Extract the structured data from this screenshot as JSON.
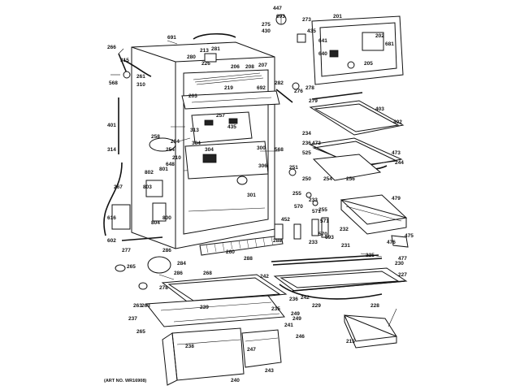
{
  "diagram": {
    "art_number": "(ART NO. WR16908)",
    "part_numbers": [
      "447",
      "693",
      "273",
      "275",
      "430",
      "435",
      "201",
      "202",
      "681",
      "641",
      "640",
      "205",
      "691",
      "281",
      "280",
      "213",
      "226",
      "207",
      "206",
      "208",
      "266",
      "315",
      "568",
      "261",
      "310",
      "203",
      "282",
      "219",
      "692",
      "276",
      "278",
      "279",
      "403",
      "401",
      "314",
      "313",
      "257",
      "435",
      "204",
      "258",
      "304",
      "254",
      "210",
      "304",
      "648",
      "300",
      "568",
      "234",
      "236",
      "473",
      "402",
      "473",
      "525",
      "244",
      "251",
      "250",
      "254",
      "256",
      "306",
      "301",
      "802",
      "801",
      "803",
      "267",
      "804",
      "800",
      "616",
      "602",
      "277",
      "265",
      "479",
      "233",
      "255",
      "452",
      "571",
      "570",
      "232",
      "476",
      "475",
      "477",
      "263",
      "693",
      "233",
      "231",
      "288",
      "286",
      "284",
      "286",
      "260",
      "288",
      "225",
      "230",
      "227",
      "268",
      "242",
      "278",
      "229",
      "236",
      "235",
      "228",
      "263",
      "237",
      "265",
      "239",
      "249",
      "241",
      "240",
      "238",
      "247",
      "246",
      "243",
      "215",
      "242",
      "255",
      "571",
      "570",
      "249"
    ]
  }
}
